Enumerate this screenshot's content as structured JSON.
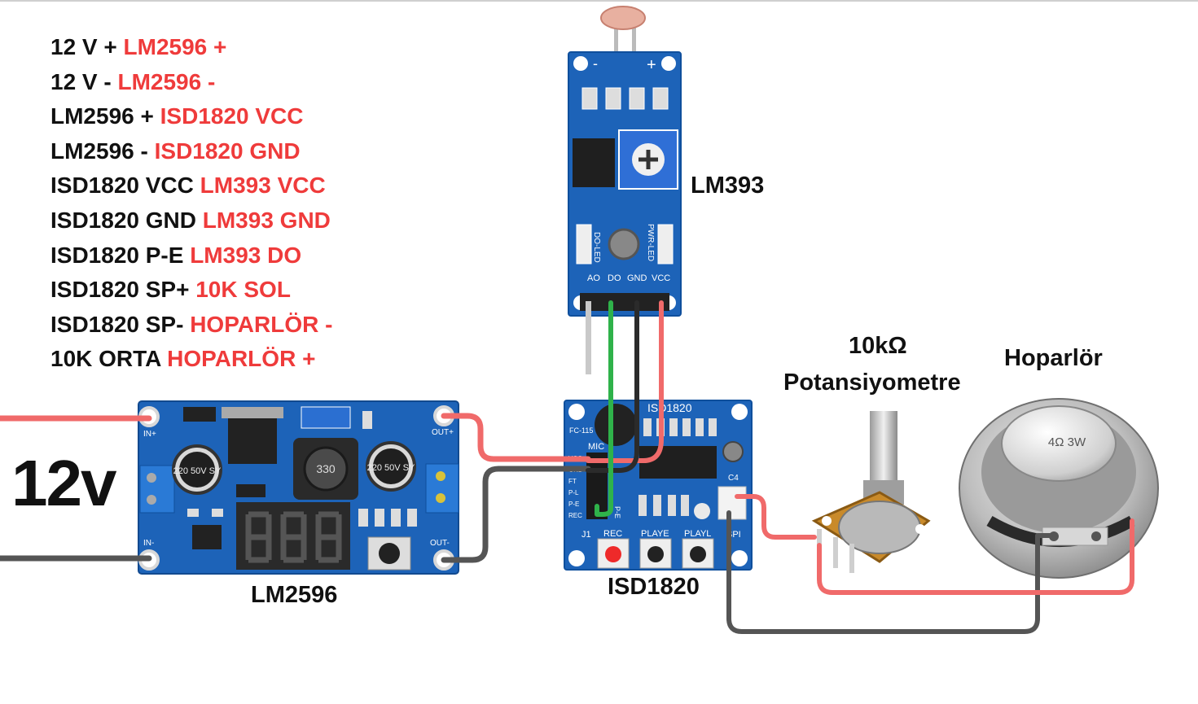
{
  "colors": {
    "wire_red": "#f06a6a",
    "wire_gray": "#555555",
    "wire_green": "#2fb24a",
    "wire_black": "#2b2b2b",
    "legend_text": "#111111",
    "legend_highlight": "#ef3b3b",
    "pcb_blue": "#1d63b8"
  },
  "legend": [
    {
      "from": "12 V +",
      "to": "LM2596 +"
    },
    {
      "from": "12 V -",
      "to": "LM2596 -"
    },
    {
      "from": "LM2596 +",
      "to": "ISD1820 VCC"
    },
    {
      "from": "LM2596 -",
      "to": "ISD1820 GND"
    },
    {
      "from": "ISD1820 VCC",
      "to": "LM393 VCC"
    },
    {
      "from": "ISD1820 GND",
      "to": "LM393 GND"
    },
    {
      "from": "ISD1820 P-E",
      "to": "LM393 DO"
    },
    {
      "from": "ISD1820 SP+",
      "to": "10K SOL"
    },
    {
      "from": "ISD1820 SP-",
      "to": "HOPARLÖR -"
    },
    {
      "from": "10K ORTA",
      "to": "HOPARLÖR +"
    }
  ],
  "power": {
    "label": "12v"
  },
  "components": {
    "lm2596": {
      "label": "LM2596",
      "silk": {
        "in_plus": "IN+",
        "in_minus": "IN-",
        "out_plus": "OUT+",
        "out_minus": "OUT-",
        "cap1": "220 50V SY",
        "cap2": "220 50V SY",
        "inductor": "330"
      }
    },
    "isd1820": {
      "label": "ISD1820",
      "silk": {
        "title": "ISD1820",
        "fc": "FC-115",
        "mic": "MIC",
        "pins": [
          "VCC",
          "GND",
          "FT",
          "P-L",
          "P-E",
          "REC"
        ],
        "pe": "P-E",
        "j1": "J1",
        "btn_rec": "REC",
        "btn_playe": "PLAYE",
        "btn_playl": "PLAYL",
        "spi": "SPI",
        "c4": "C4"
      }
    },
    "lm393": {
      "label": "LM393",
      "silk": {
        "minus": "-",
        "plus": "+",
        "pins": [
          "AO",
          "DO",
          "GND",
          "VCC"
        ],
        "do_led": "DO-LED",
        "pwr_led": "PWR-LED"
      }
    },
    "potentiometer": {
      "label_line1": "10kΩ",
      "label_line2": "Potansiyometre"
    },
    "speaker": {
      "label": "Hoparlör",
      "rating": "4Ω 3W"
    }
  }
}
